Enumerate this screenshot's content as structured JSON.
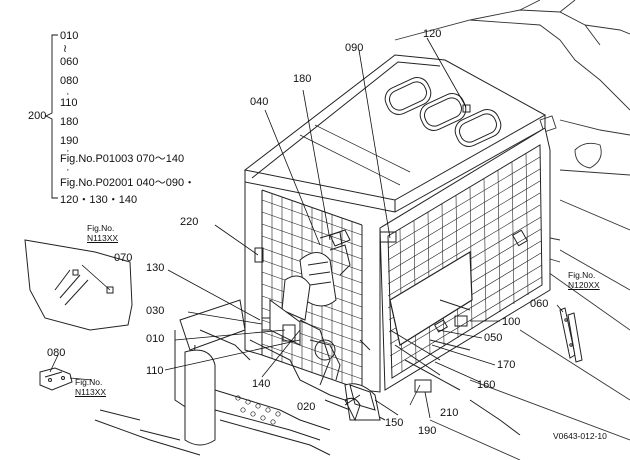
{
  "bracket_list": {
    "parent_label": "200",
    "lines": [
      "010",
      "≀",
      "060",
      "080",
      "·",
      "110",
      "180",
      "190",
      "·",
      "Fig.No.P01003  070～140",
      "·",
      "Fig.No.P02001  040～090・",
      "120・130・140"
    ]
  },
  "fig_refs": [
    {
      "prefix": "Fig.No.",
      "number": "N113XX"
    },
    {
      "prefix": "Fig.No.",
      "number": "N113XX"
    },
    {
      "prefix": "Fig.No.",
      "number": "N120XX"
    }
  ],
  "callouts": {
    "c010": "010",
    "c020": "020",
    "c030": "030",
    "c040": "040",
    "c050": "050",
    "c060": "060",
    "c070": "070",
    "c080": "080",
    "c090": "090",
    "c100": "100",
    "c110": "110",
    "c120": "120",
    "c130": "130",
    "c140": "140",
    "c150": "150",
    "c160": "160",
    "c170": "170",
    "c180": "180",
    "c190": "190",
    "c210": "210",
    "c220": "220"
  },
  "footer_code": "V0643-012-10"
}
